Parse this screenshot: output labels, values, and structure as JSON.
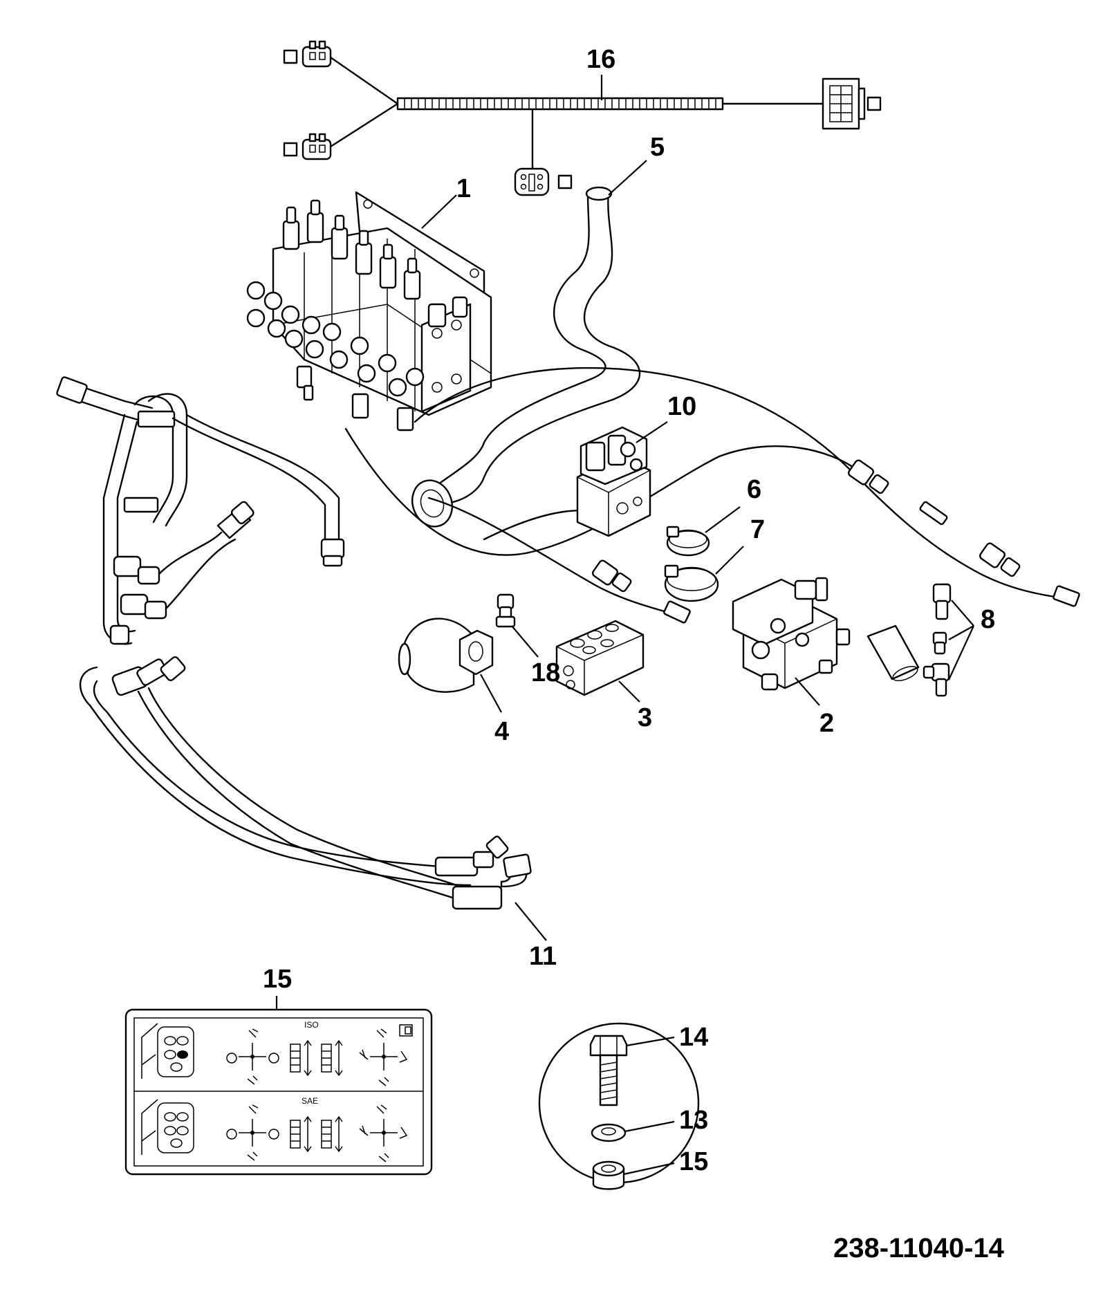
{
  "callouts": {
    "c1": "1",
    "c2": "2",
    "c3": "3",
    "c4": "4",
    "c5": "5",
    "c6": "6",
    "c7": "7",
    "c8": "8",
    "c10": "10",
    "c11": "11",
    "c13": "13",
    "c14": "14",
    "c15_decal": "15",
    "c15_nut": "15",
    "c16": "16",
    "c18": "18"
  },
  "decal": {
    "iso_label": "ISO",
    "sae_label": "SAE"
  },
  "document_number": "238-11040-14"
}
